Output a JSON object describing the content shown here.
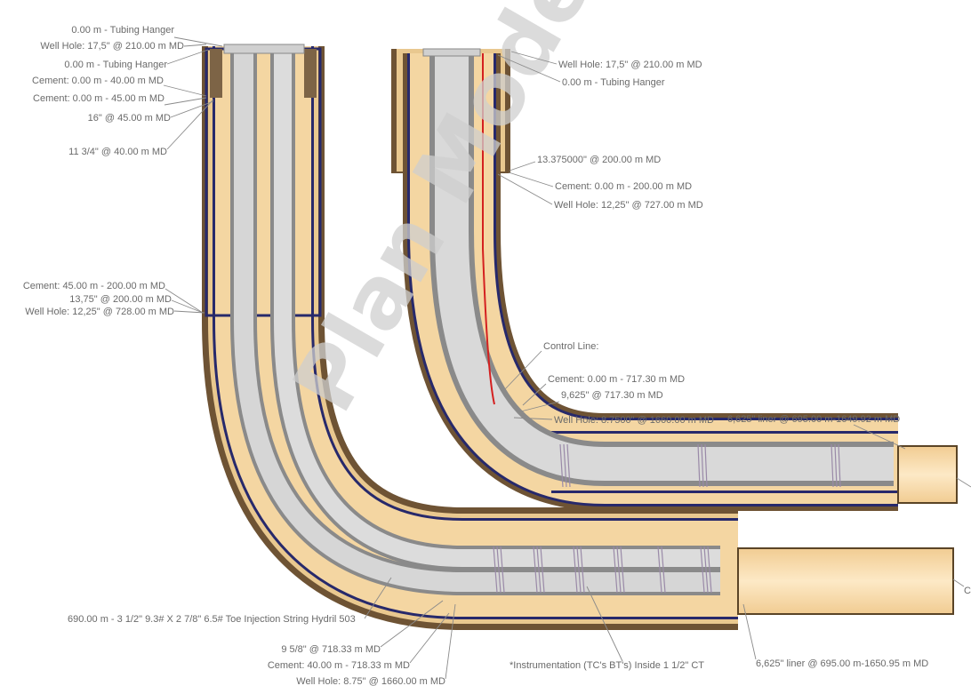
{
  "watermark": "Plan Mode",
  "left_well": {
    "labels": [
      "0.00 m - Tubing Hanger",
      "Well Hole: 17,5\" @ 210.00 m MD",
      "0.00 m - Tubing Hanger",
      "Cement: 0.00 m - 40.00 m MD",
      "Cement: 0.00 m - 45.00 m MD",
      "16\" @ 45.00 m MD",
      "11 3/4\" @ 40.00 m MD",
      "Cement: 45.00 m - 200.00 m MD",
      "13,75\" @ 200.00 m MD",
      "Well Hole: 12,25\" @ 728.00 m MD",
      "690.00 m - 3 1/2\" 9.3# X 2 7/8\" 6.5# Toe Injection String Hydril 503",
      "9 5/8\" @ 718.33 m MD",
      "Cement: 40.00 m - 718.33 m MD",
      "Well Hole: 8.75\" @ 1660.00 m MD",
      "*Instrumentation (TC's  BT's) Inside 1 1/2\" CT",
      "6,625\" liner @ 695.00 m-1650.95 m MD",
      "C"
    ]
  },
  "right_well": {
    "labels": [
      "Well Hole: 17,5\" @ 210.00 m MD",
      "0.00 m - Tubing Hanger",
      "13.375000\" @ 200.00 m MD",
      "Cement: 0.00 m - 200.00 m MD",
      "Well Hole: 12,25\" @ 727.00 m MD",
      "Control Line:",
      "Cement: 0.00 m - 717.30 m MD",
      "9,625\" @ 717.30 m MD",
      "Well Hole: 8.7500\" @ 1660.00 m MD",
      "6,625\" liner @ 695.00 m-1649.92 m MD"
    ]
  },
  "colors": {
    "formation": "#6e5334",
    "cement": "#f4d6a2",
    "casing": "#27296b",
    "tubing": "#b9b9b9",
    "control_line": "#d42020",
    "open_hole": "#f8dcaa"
  }
}
